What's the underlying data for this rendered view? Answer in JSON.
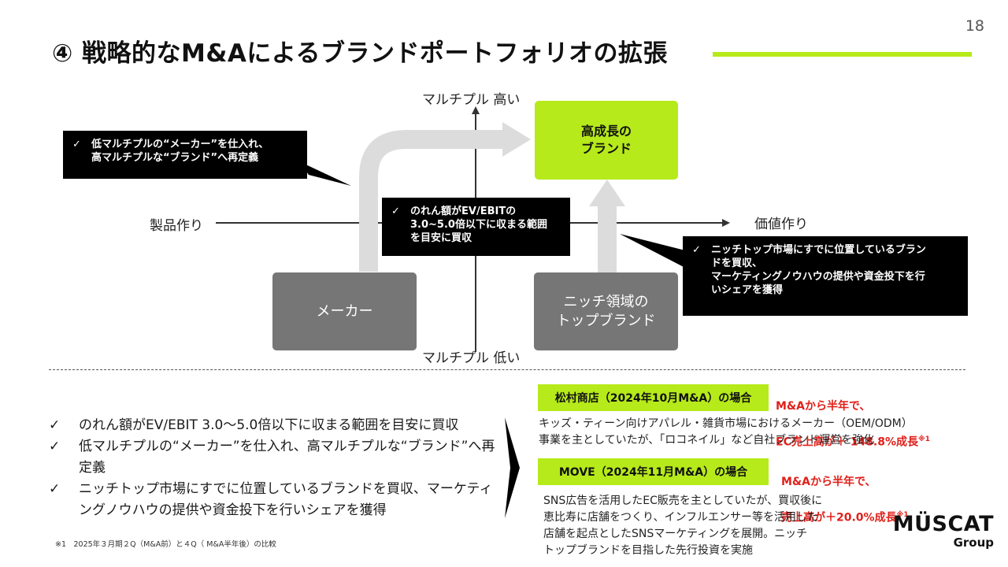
{
  "page": {
    "number": "18",
    "title": "④ 戦略的なM&Aによるブランドポートフォリオの拡張"
  },
  "colors": {
    "accent": "#b6ea1a",
    "gray_box": "#767676",
    "callout_bg": "#000000",
    "highlight_red": "#e0201a"
  },
  "diagram": {
    "axis_top": "マルチプル 高い",
    "axis_bottom": "マルチプル 低い",
    "axis_left": "製品作り",
    "axis_right": "価値作り",
    "box_maker": "メーカー",
    "box_niche": "ニッチ領域の\nトップブランド",
    "box_growth": "高成長の\nブランド",
    "callout_left": "低マルチプルの“メーカー”を仕入れ、\n高マルチプルな“ブランド”へ再定義",
    "callout_center": "のれん額がEV/EBITの\n3.0~5.0倍以下に収まる範囲\nを目安に買収",
    "callout_right": "ニッチトップ市場にすでに位置しているブラン\nドを買収、\nマーケティングノウハウの提供や資金投下を行\nいシェアを獲得",
    "check": "✓"
  },
  "bullets": [
    {
      "check": "✓",
      "text": "のれん額がEV/EBIT 3.0〜5.0倍以下に収まる範囲を目安に買収"
    },
    {
      "check": "✓",
      "text": "低マルチプルの“メーカー”を仕入れ、高マルチプルな“ブランド”へ再定義"
    },
    {
      "check": "✓",
      "text": "ニッチトップ市場にすでに位置しているブランドを買収、マーケティングノウハウの提供や資金投下を行いシェアを獲得"
    }
  ],
  "footnote": "※1　2025年３月期２Q（M&A前）と４Q（ M&A半年後）の比較",
  "cases": [
    {
      "tag": "松村商店（2024年10月M&A）の場合",
      "result_line1": "M&Aから半年で、",
      "result_line2": "EC売上高が＋ 148.8%成長",
      "result_note": "※1",
      "description": "キッズ・ティーン向けアパレル・雑貨市場におけるメーカー（OEM/ODM）\n事業を主としていたが、「ロコネイル」など自社ブランド運営を強化"
    },
    {
      "tag": "MOVE（2024年11月M&A）の場合",
      "result_line1": "M&Aから半年で、",
      "result_line2": "売上高が＋20.0%成長",
      "result_note": "※1",
      "description": "SNS広告を活用したEC販売を主としていたが、買収後に\n恵比寿に店舗をつくり、インフルエンサー等を活用した\n店舗を起点としたSNSマーケティングを展開。ニッチ\nトップブランドを目指した先行投資を実施"
    }
  ],
  "logo": {
    "main": "MÜSCAT",
    "sub": "Group"
  }
}
